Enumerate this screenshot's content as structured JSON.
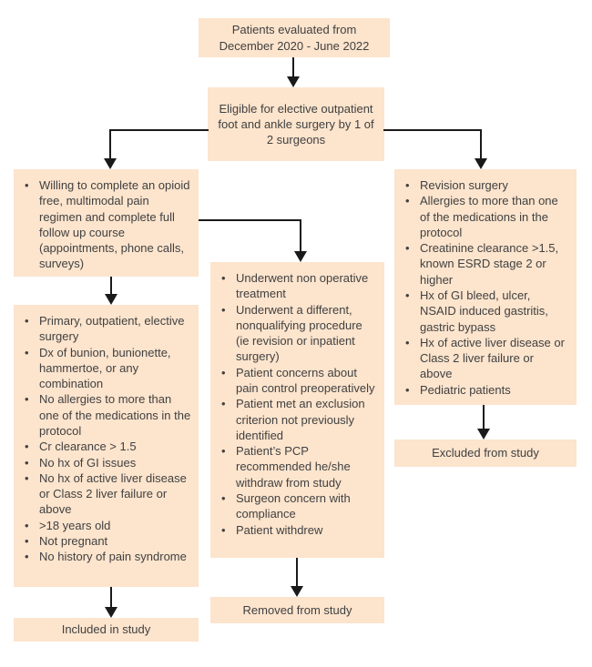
{
  "colors": {
    "box_fill": "#fce4cd",
    "text_color": "#414141",
    "arrow_color": "#1a1a1a",
    "bg_color": "#ffffff"
  },
  "flowchart": {
    "top_box": {
      "text": "Patients evaluated from December 2020 - June 2022"
    },
    "eligibility_box": {
      "text": "Eligible for elective outpatient foot and ankle surgery by 1 of 2 surgeons"
    },
    "willingness_box": {
      "items": [
        "Willing to complete an opioid free, multimodal pain regimen and complete full follow up course (appointments, phone calls, surveys)"
      ]
    },
    "inclusion_box": {
      "items": [
        "Primary, outpatient, elective surgery",
        "Dx of bunion, bunionette, hammertoe, or any combination",
        "No allergies to more than one of the medications in the protocol",
        "Cr clearance > 1.5",
        "No hx of GI issues",
        "No hx of active liver disease or Class 2 liver failure or above",
        ">18 years old",
        "Not pregnant",
        "No history of pain syndrome"
      ]
    },
    "included_box": {
      "text": "Included in study"
    },
    "removal_box": {
      "items": [
        "Underwent non operative treatment",
        "Underwent a different, nonqualifying procedure (ie revision or inpatient surgery)",
        "Patient concerns about pain control preoperatively",
        "Patient met an exclusion criterion not previously identified",
        "Patient’s PCP recommended he/she withdraw from study",
        "Surgeon concern with compliance",
        "Patient withdrew"
      ]
    },
    "removed_box": {
      "text": "Removed from study"
    },
    "exclusion_box": {
      "items": [
        "Revision surgery",
        "Allergies to more than one of the medications in the protocol",
        "Creatinine clearance >1.5, known ESRD stage 2 or higher",
        "Hx of GI bleed, ulcer, NSAID induced gastritis, gastric bypass",
        "Hx of active liver disease or Class 2 liver failure or above",
        "Pediatric patients"
      ]
    },
    "excluded_box": {
      "text": "Excluded from study"
    }
  }
}
